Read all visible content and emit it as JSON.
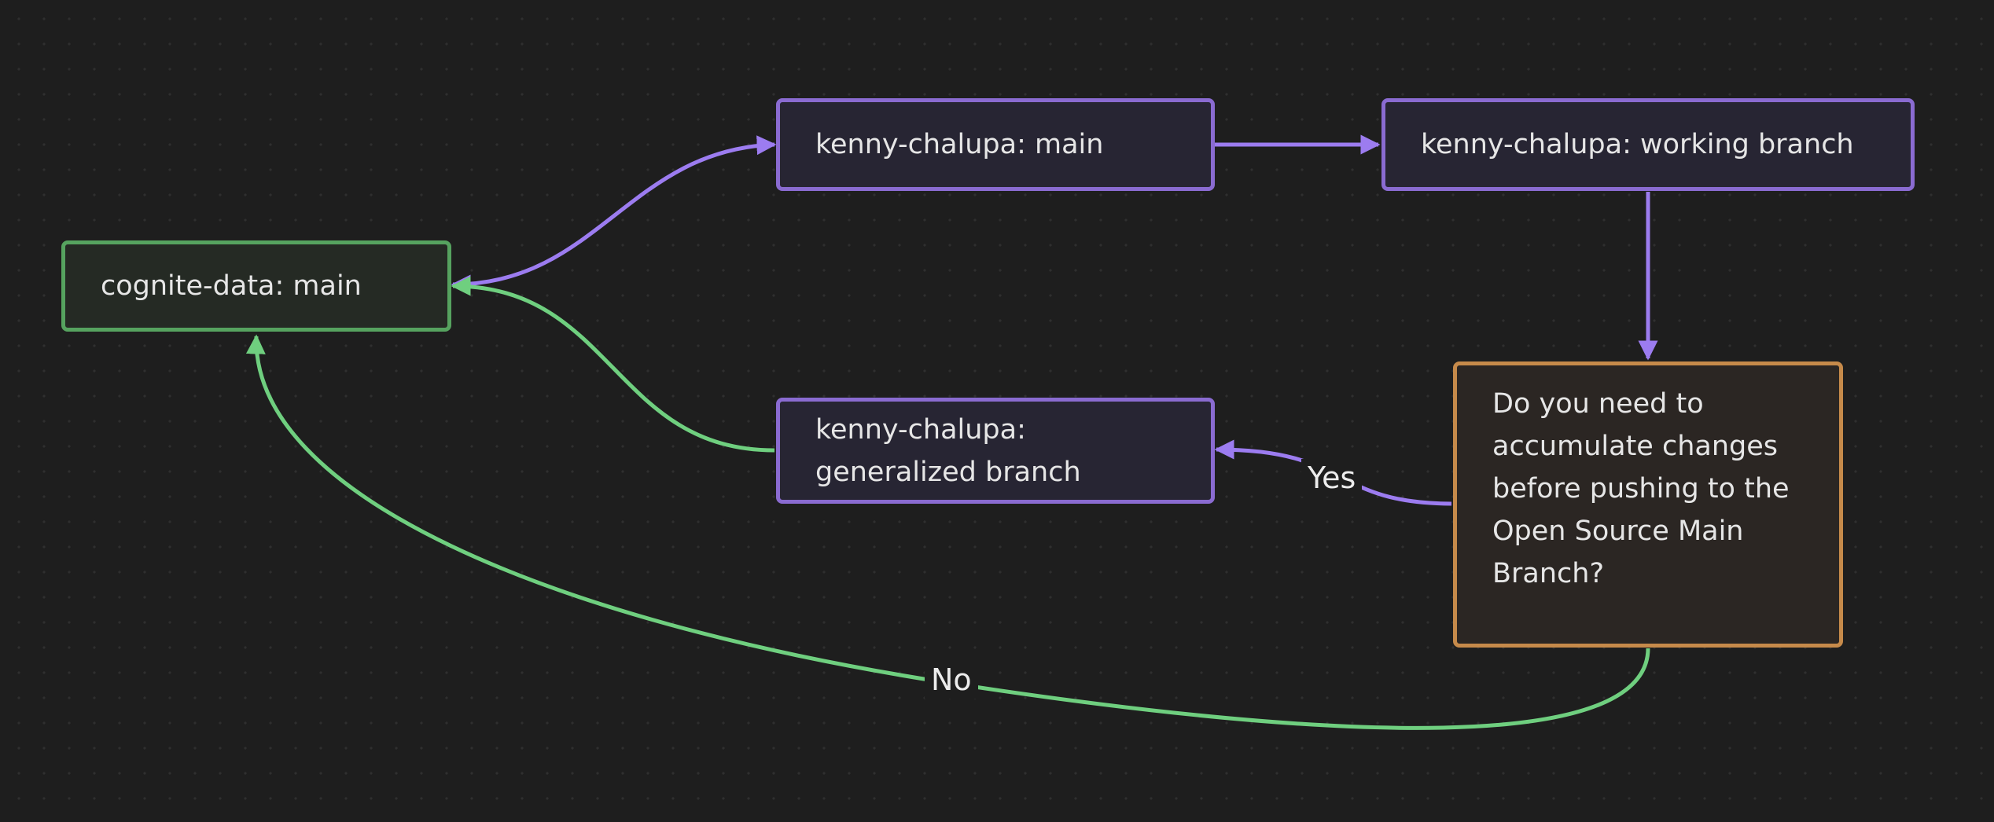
{
  "nodes": {
    "cognite_main": {
      "label": "cognite-data: main"
    },
    "kenny_main": {
      "label": "kenny-chalupa: main"
    },
    "kenny_working": {
      "label": "kenny-chalupa: working branch"
    },
    "kenny_generalized": {
      "label": "kenny-chalupa: generalized branch"
    },
    "decision": {
      "label": "Do you need to accumulate changes before pushing to the Open Source Main Branch?"
    }
  },
  "edges": {
    "yes_label": "Yes",
    "no_label": "No"
  },
  "colors": {
    "background": "#1e1e1e",
    "green": "#6fcf7f",
    "purple": "#9c7cf0",
    "orange": "#c68a4a"
  }
}
